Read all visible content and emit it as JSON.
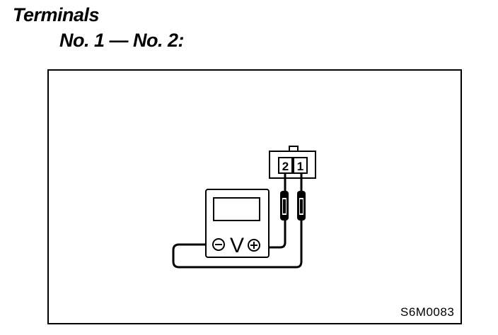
{
  "heading": {
    "title": "Terminals",
    "subtitle": "No. 1 — No. 2:"
  },
  "diagram": {
    "connector": {
      "terminal_left": "2",
      "terminal_right": "1"
    },
    "meter": {
      "symbol": "V",
      "negative_symbol": "minus-icon",
      "positive_symbol": "plus-icon"
    },
    "figure_code": "S6M0083"
  }
}
